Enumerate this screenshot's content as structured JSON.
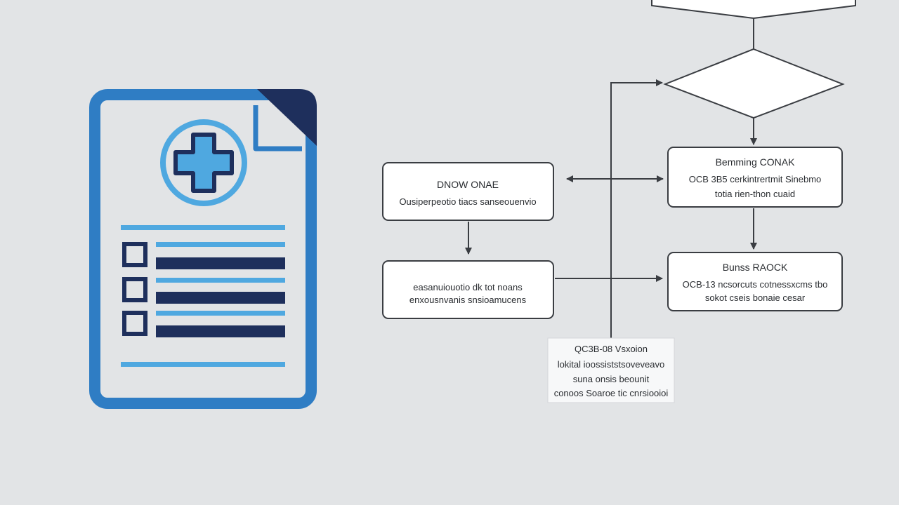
{
  "colors": {
    "background": "#e2e4e6",
    "doc_blue": "#2f7dc4",
    "doc_light_blue": "#4fa8e0",
    "doc_navy": "#1e2f5c",
    "box_border": "#3a3d42",
    "box_fill": "#ffffff",
    "connector": "#3a3d42"
  },
  "document_icon": {
    "icons": [
      "medical-cross-icon",
      "checkbox-icon",
      "checkbox-icon",
      "checkbox-icon"
    ]
  },
  "flowchart": {
    "box_left_top": {
      "title": "DNOW ONAE",
      "body": "Ousiperpeotio tiacs sanseouenvio"
    },
    "box_left_bottom": {
      "line1": "easanuiouotio dk tot noans",
      "line2": "enxousnvanis snsioamucens"
    },
    "box_right_top": {
      "title": "Bemming CONAK",
      "line1": "OCB 3B5 cerkintrertmit Sinebmo",
      "line2": "totia rien-thon cuaid"
    },
    "box_right_bottom": {
      "title": "Bunss RAOCK",
      "line1": "OCB-13 ncsorcuts cotnessxcms tbo",
      "line2": "sokot cseis bonaie cesar"
    },
    "note_box": {
      "line1": "QC3B-08 Vsxoion",
      "line2": "lokital ioossiststsoveveavo",
      "line3": "suna onsis beounit",
      "line4": "conoos Soaroe tic cnrsiooioi"
    }
  }
}
